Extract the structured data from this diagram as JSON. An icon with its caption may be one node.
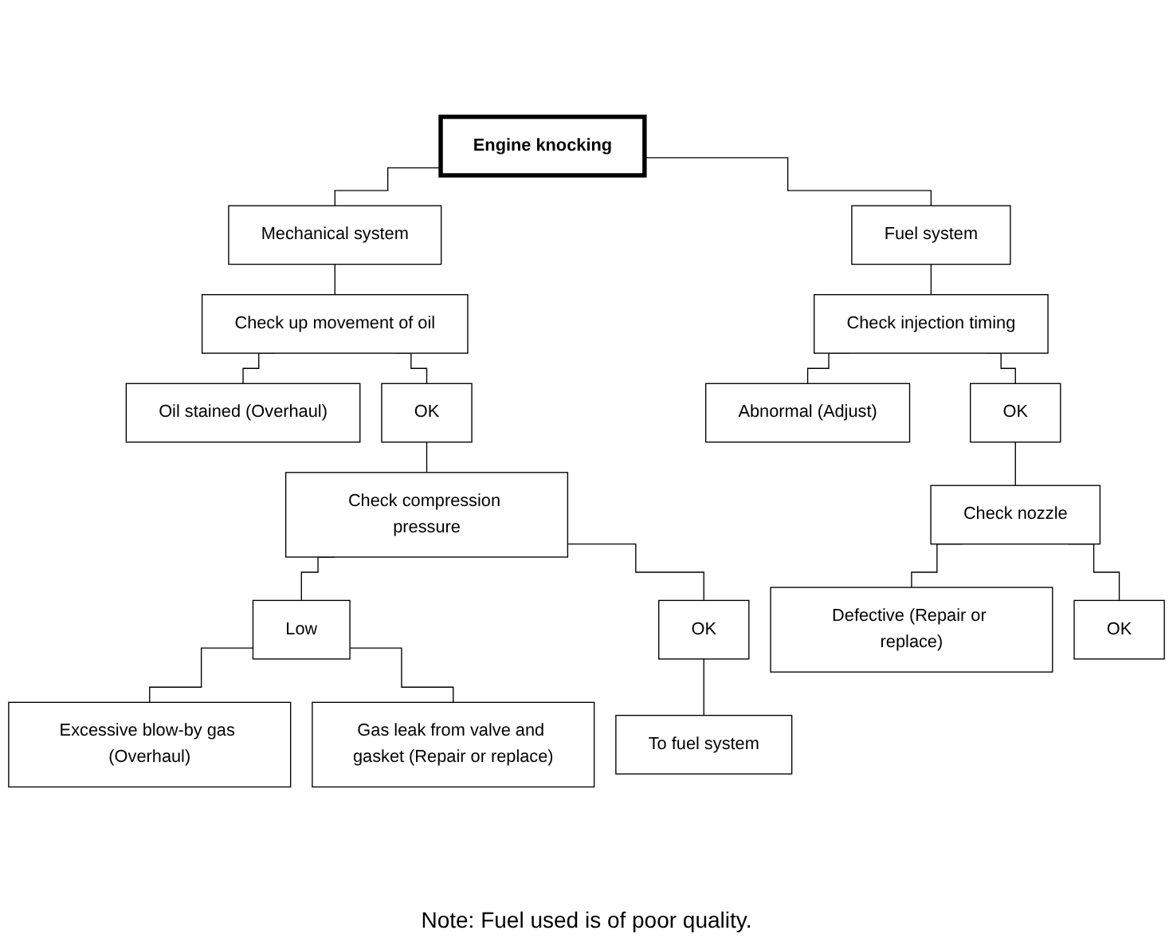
{
  "diagram": {
    "nodes": [
      {
        "text": [
          "Engine knocking"
        ]
      },
      {
        "text": [
          "Mechanical system"
        ]
      },
      {
        "text": [
          "Fuel system"
        ]
      },
      {
        "text": [
          "Check up movement of oil"
        ]
      },
      {
        "text": [
          "Oil stained (Overhaul)"
        ]
      },
      {
        "text": [
          "OK"
        ]
      },
      {
        "text": [
          "Check compression pressure"
        ]
      },
      {
        "text": [
          "Low"
        ]
      },
      {
        "text": [
          "OK"
        ]
      },
      {
        "text": [
          "To fuel system"
        ]
      },
      {
        "text": [
          "Excessive blow-by gas (Overhaul)"
        ]
      },
      {
        "text": [
          "Gas leak from valve and gasket (Repair or replace)"
        ]
      },
      {
        "text": [
          "Check injection timing"
        ]
      },
      {
        "text": [
          "Abnormal (Adjust)"
        ]
      },
      {
        "text": [
          "OK"
        ]
      },
      {
        "text": [
          "Check nozzle"
        ]
      },
      {
        "text": [
          "Defective (Repair or replace)"
        ]
      },
      {
        "text": [
          "OK"
        ]
      }
    ],
    "edges": [
      {
        "from": 0,
        "to": 1,
        "arrow": "none"
      },
      {
        "from": 0,
        "to": 2,
        "arrow": "none"
      },
      {
        "from": 1,
        "to": 3,
        "arrow": "none"
      },
      {
        "from": 3,
        "to": 4,
        "arrow": "none"
      },
      {
        "from": 3,
        "to": 5,
        "arrow": "none"
      },
      {
        "from": 5,
        "to": 6,
        "arrow": "none"
      },
      {
        "from": 6,
        "to": 7,
        "arrow": "none"
      },
      {
        "from": 6,
        "to": 8,
        "arrow": "none"
      },
      {
        "from": 8,
        "to": 9,
        "arrow": "none"
      },
      {
        "from": 7,
        "to": 10,
        "arrow": "none"
      },
      {
        "from": 7,
        "to": 11,
        "arrow": "none"
      },
      {
        "from": 2,
        "to": 12,
        "arrow": "none"
      },
      {
        "from": 12,
        "to": 13,
        "arrow": "none"
      },
      {
        "from": 12,
        "to": 14,
        "arrow": "none"
      },
      {
        "from": 14,
        "to": 15,
        "arrow": "none"
      },
      {
        "from": 15,
        "to": 16,
        "arrow": "none"
      },
      {
        "from": 15,
        "to": 17,
        "arrow": "none"
      }
    ],
    "labels": [
      "Note: Fuel used is of poor quality."
    ]
  }
}
